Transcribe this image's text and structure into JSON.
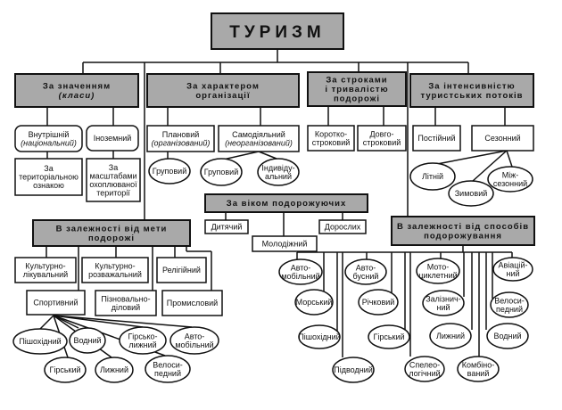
{
  "nodes": {
    "title": [
      "ТУРИЗМ"
    ],
    "znach": [
      "За значенням",
      "(класи)"
    ],
    "kharakter": [
      "За характером",
      "організації"
    ],
    "stroky": [
      "За строками",
      "і тривалістю",
      "подорожі"
    ],
    "intens": [
      "За інтенсивністю",
      "туристських потоків"
    ],
    "vnutr": [
      "Внутрішній",
      "(національний)"
    ],
    "inozem": [
      "Іноземний"
    ],
    "terit": [
      "За",
      "територіальною",
      "ознакою"
    ],
    "masht": [
      "За",
      "масштабами",
      "охоплюваної",
      "території"
    ],
    "planov": [
      "Плановий",
      "(організований)"
    ],
    "samod": [
      "Самодіяльний",
      "(неорганізований)"
    ],
    "grup1": [
      "Груповий"
    ],
    "grup2": [
      "Груповий"
    ],
    "indyv": [
      "Індивіду-",
      "альний"
    ],
    "korotko": [
      "Коротко-",
      "строковий"
    ],
    "dovgo": [
      "Довго-",
      "строковий"
    ],
    "postiyn": [
      "Постійний"
    ],
    "sezon": [
      "Сезонний"
    ],
    "litniy": [
      "Літній"
    ],
    "zymovy": [
      "Зимовий"
    ],
    "mizhsez": [
      "Між-",
      "сезонний"
    ],
    "vik": [
      "За віком подорожуючих"
    ],
    "dytyach": [
      "Дитячий"
    ],
    "molod": [
      "Молодіжний"
    ],
    "dorosl": [
      "Дорослих"
    ],
    "meta": [
      "В залежності від мети",
      "подорожі"
    ],
    "kultlik": [
      "Культурно-",
      "лікувальний"
    ],
    "kultroz": [
      "Культурно-",
      "розважальний"
    ],
    "relig": [
      "Релігійний"
    ],
    "sport": [
      "Спортивний"
    ],
    "piznav": [
      "Пізновально-",
      "діловий"
    ],
    "promysl": [
      "Промисловий"
    ],
    "s_pish": [
      "Пішохідний"
    ],
    "s_vodn": [
      "Водний"
    ],
    "s_girlyzh": [
      "Гірсько-",
      "лижний"
    ],
    "s_avto": [
      "Авто-",
      "мобільний"
    ],
    "s_girs": [
      "Гірський"
    ],
    "s_lyzh": [
      "Лижний"
    ],
    "s_velo": [
      "Велоси-",
      "педний"
    ],
    "sposib": [
      "В залежності від способів",
      "подорожування"
    ],
    "p_avto": [
      "Авто-",
      "мобільний"
    ],
    "p_mors": [
      "Морський"
    ],
    "p_pish": [
      "Пішохідний"
    ],
    "p_pidv": [
      "Підводний"
    ],
    "p_avtob": [
      "Авто-",
      "бусний"
    ],
    "p_richk": [
      "Річковий"
    ],
    "p_girs": [
      "Гірський"
    ],
    "p_speleo": [
      "Спелео-",
      "логічний"
    ],
    "p_moto": [
      "Мото-",
      "циклетний"
    ],
    "p_zaliz": [
      "Залізнич-",
      "ний"
    ],
    "p_lyzh": [
      "Лижний"
    ],
    "p_komb": [
      "Комбіно-",
      "ваний"
    ],
    "p_avia": [
      "Авіацій-",
      "ний"
    ],
    "p_velo": [
      "Велоси-",
      "педний"
    ],
    "p_vodn": [
      "Водний"
    ]
  }
}
